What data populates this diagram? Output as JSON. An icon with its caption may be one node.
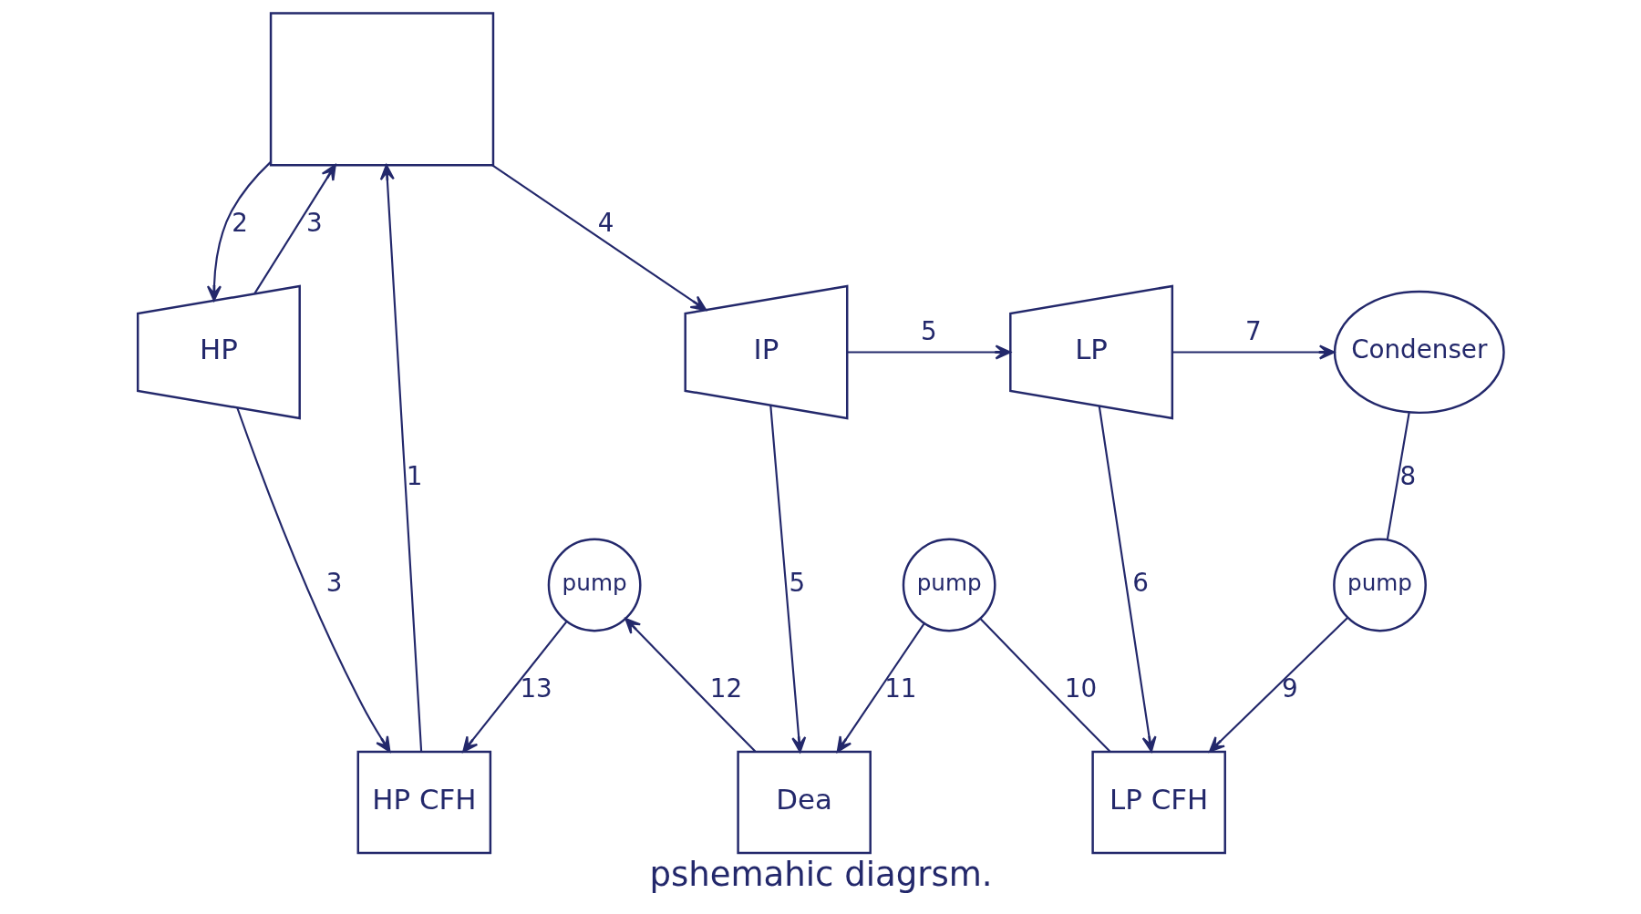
{
  "diagram": {
    "caption": "pshemahic diagrsm.",
    "nodes": [
      {
        "text": [],
        "shape": "box"
      },
      {
        "text": [
          "HP"
        ]
      },
      {
        "text": [
          "IP"
        ]
      },
      {
        "text": [
          "LP"
        ]
      },
      {
        "text": [
          "Condenser"
        ]
      },
      {
        "text": [
          "HP CFH"
        ]
      },
      {
        "text": [
          "Dea"
        ]
      },
      {
        "text": [
          "pump"
        ]
      },
      {
        "text": [
          "LP CFH"
        ]
      },
      {
        "text": [
          "pump"
        ]
      },
      {
        "text": [
          "pump"
        ]
      }
    ],
    "edges": [
      {
        "from": 0,
        "to": 1,
        "arrow": "to",
        "label": "2"
      },
      {
        "from": 1,
        "to": 0,
        "arrow": "to",
        "label": "3"
      },
      {
        "from": 0,
        "to": 2,
        "arrow": "to",
        "label": "4"
      },
      {
        "from": 2,
        "to": 3,
        "arrow": "to",
        "label": "5"
      },
      {
        "from": 3,
        "to": 4,
        "arrow": "to",
        "label": "7"
      },
      {
        "from": 1,
        "to": 5,
        "arrow": "to",
        "label": "3"
      },
      {
        "from": 2,
        "to": 6,
        "arrow": "to",
        "label": "5"
      },
      {
        "from": 3,
        "to": 8,
        "arrow": "to",
        "label": "6"
      },
      {
        "from": 4,
        "to": 9,
        "arrow": "none",
        "label": "8"
      },
      {
        "from": 9,
        "to": 8,
        "arrow": "to",
        "label": "9"
      },
      {
        "from": 8,
        "to": 7,
        "arrow": "none",
        "label": "10"
      },
      {
        "from": 7,
        "to": 6,
        "arrow": "to",
        "label": "11"
      },
      {
        "from": 6,
        "to": 10,
        "arrow": "to",
        "label": "12"
      },
      {
        "from": 10,
        "to": 5,
        "arrow": "to",
        "label": "13"
      },
      {
        "from": 5,
        "to": 0,
        "arrow": "to",
        "label": "1"
      }
    ]
  }
}
